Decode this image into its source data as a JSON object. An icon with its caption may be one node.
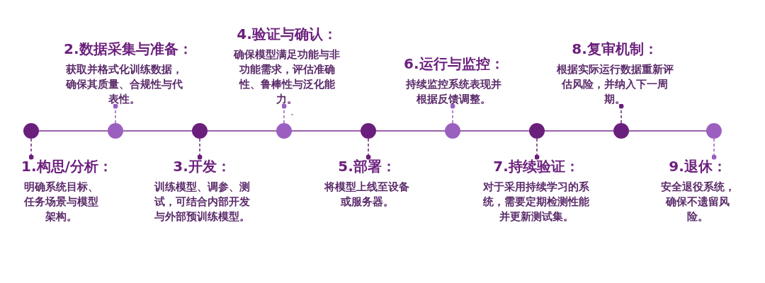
{
  "diagram": {
    "nodes": [
      {
        "text": [],
        "shape": "circle"
      },
      {
        "text": [],
        "shape": "circle"
      },
      {
        "text": [],
        "shape": "circle"
      },
      {
        "text": [],
        "shape": "circle"
      },
      {
        "text": [],
        "shape": "circle"
      },
      {
        "text": [],
        "shape": "circle"
      },
      {
        "text": [],
        "shape": "circle"
      },
      {
        "text": [],
        "shape": "circle"
      },
      {
        "text": [],
        "shape": "circle"
      },
      {
        "text": [
          "1.构思/分析：",
          "明确系统目标、任务场景与模型架构。"
        ]
      },
      {
        "text": [
          "2.数据采集与准备：",
          "获取并格式化训练数据，确保其质量、合规性与代表性。"
        ]
      },
      {
        "text": [
          "3.开发：",
          "训练模型、调参、测试，可结合内部开发与外部预训练模型。"
        ]
      },
      {
        "text": [
          "4.验证与确认：",
          "确保模型满足功能与非功能需求，评估准确性、鲁棒性与泛化能力。"
        ]
      },
      {
        "text": [
          "5.部署：",
          "将模型上线至设备或服务器。"
        ]
      },
      {
        "text": [
          "6.运行与监控：",
          "持续监控系统表现并根据反馈调整。"
        ]
      },
      {
        "text": [
          "7.持续验证：",
          "对于采用持续学习的系统，需要定期检测性能并更新测试集。"
        ]
      },
      {
        "text": [
          "8.复审机制：",
          "根据实际运行数据重新评估风险，并纳入下一周期。"
        ]
      },
      {
        "text": [
          "9.退休：",
          "安全退役系统，确保不遗留风险。"
        ]
      }
    ],
    "edges": [
      {
        "from": 0,
        "to": 1,
        "arrow": "none"
      },
      {
        "from": 1,
        "to": 2,
        "arrow": "none"
      },
      {
        "from": 2,
        "to": 3,
        "arrow": "none"
      },
      {
        "from": 3,
        "to": 4,
        "arrow": "none"
      },
      {
        "from": 4,
        "to": 5,
        "arrow": "none"
      },
      {
        "from": 5,
        "to": 6,
        "arrow": "none"
      },
      {
        "from": 6,
        "to": 7,
        "arrow": "none"
      },
      {
        "from": 7,
        "to": 8,
        "arrow": "none"
      },
      {
        "from": 0,
        "to": 9,
        "arrow": "other",
        "style": "dashed"
      },
      {
        "from": 1,
        "to": 10,
        "arrow": "other",
        "style": "dashed"
      },
      {
        "from": 2,
        "to": 11,
        "arrow": "other",
        "style": "dashed"
      },
      {
        "from": 3,
        "to": 12,
        "arrow": "other",
        "style": "dashed"
      },
      {
        "from": 4,
        "to": 13,
        "arrow": "other",
        "style": "dashed"
      },
      {
        "from": 5,
        "to": 14,
        "arrow": "other",
        "style": "dashed"
      },
      {
        "from": 6,
        "to": 15,
        "arrow": "other",
        "style": "dashed"
      },
      {
        "from": 7,
        "to": 16,
        "arrow": "other",
        "style": "dashed"
      },
      {
        "from": 8,
        "to": 17,
        "arrow": "other",
        "style": "dashed"
      }
    ],
    "labels": [
      "。"
    ]
  }
}
